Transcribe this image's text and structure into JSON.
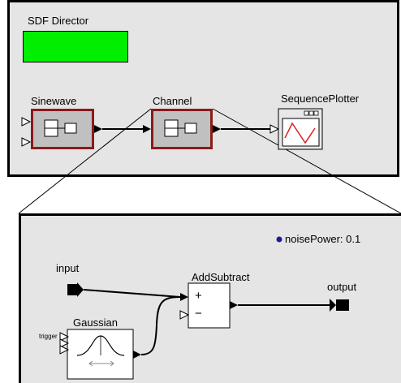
{
  "top_model": {
    "director_label": "SDF Director",
    "director_color": "#00ee00",
    "actors": [
      {
        "label": "Sinewave"
      },
      {
        "label": "Channel"
      },
      {
        "label": "SequencePlotter"
      }
    ]
  },
  "sub_model": {
    "parameter": "noisePower: 0.1",
    "ports": {
      "input": "input",
      "output": "output"
    },
    "actors": [
      {
        "label": "AddSubtract",
        "plus": "+",
        "minus": "−"
      },
      {
        "label": "Gaussian",
        "trigger": "trigger"
      }
    ]
  },
  "colors": {
    "panel_bg": "#e5e5e5",
    "actor_fill": "#c0c0c0",
    "actor_border": "#8b1a1a",
    "director_fill": "#00ee00",
    "parameter_dot": "#1a1aa0"
  }
}
